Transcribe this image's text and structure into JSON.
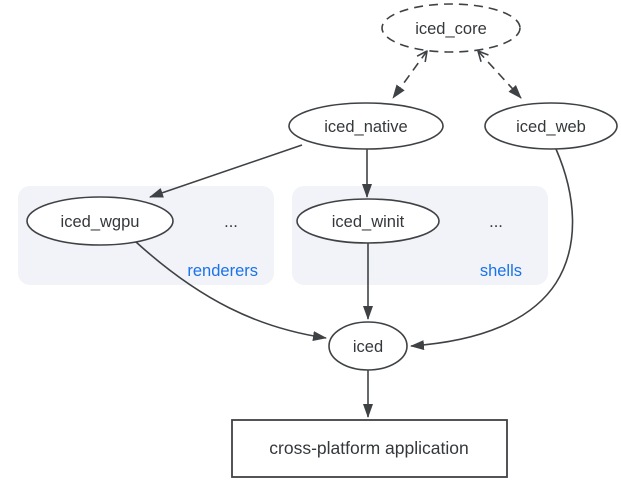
{
  "diagram": {
    "nodes": {
      "core": {
        "label": "iced_core"
      },
      "native": {
        "label": "iced_native"
      },
      "web": {
        "label": "iced_web"
      },
      "wgpu": {
        "label": "iced_wgpu"
      },
      "winit": {
        "label": "iced_winit"
      },
      "iced": {
        "label": "iced"
      },
      "app": {
        "label": "cross-platform application"
      }
    },
    "groups": {
      "renderers": {
        "label": "renderers",
        "more": "..."
      },
      "shells": {
        "label": "shells",
        "more": "..."
      }
    },
    "colors": {
      "background": "#ffffff",
      "line": "#3f4245",
      "text": "#35383b",
      "group_bg": "#f1f3f8",
      "group_label": "#1a73e8"
    }
  }
}
